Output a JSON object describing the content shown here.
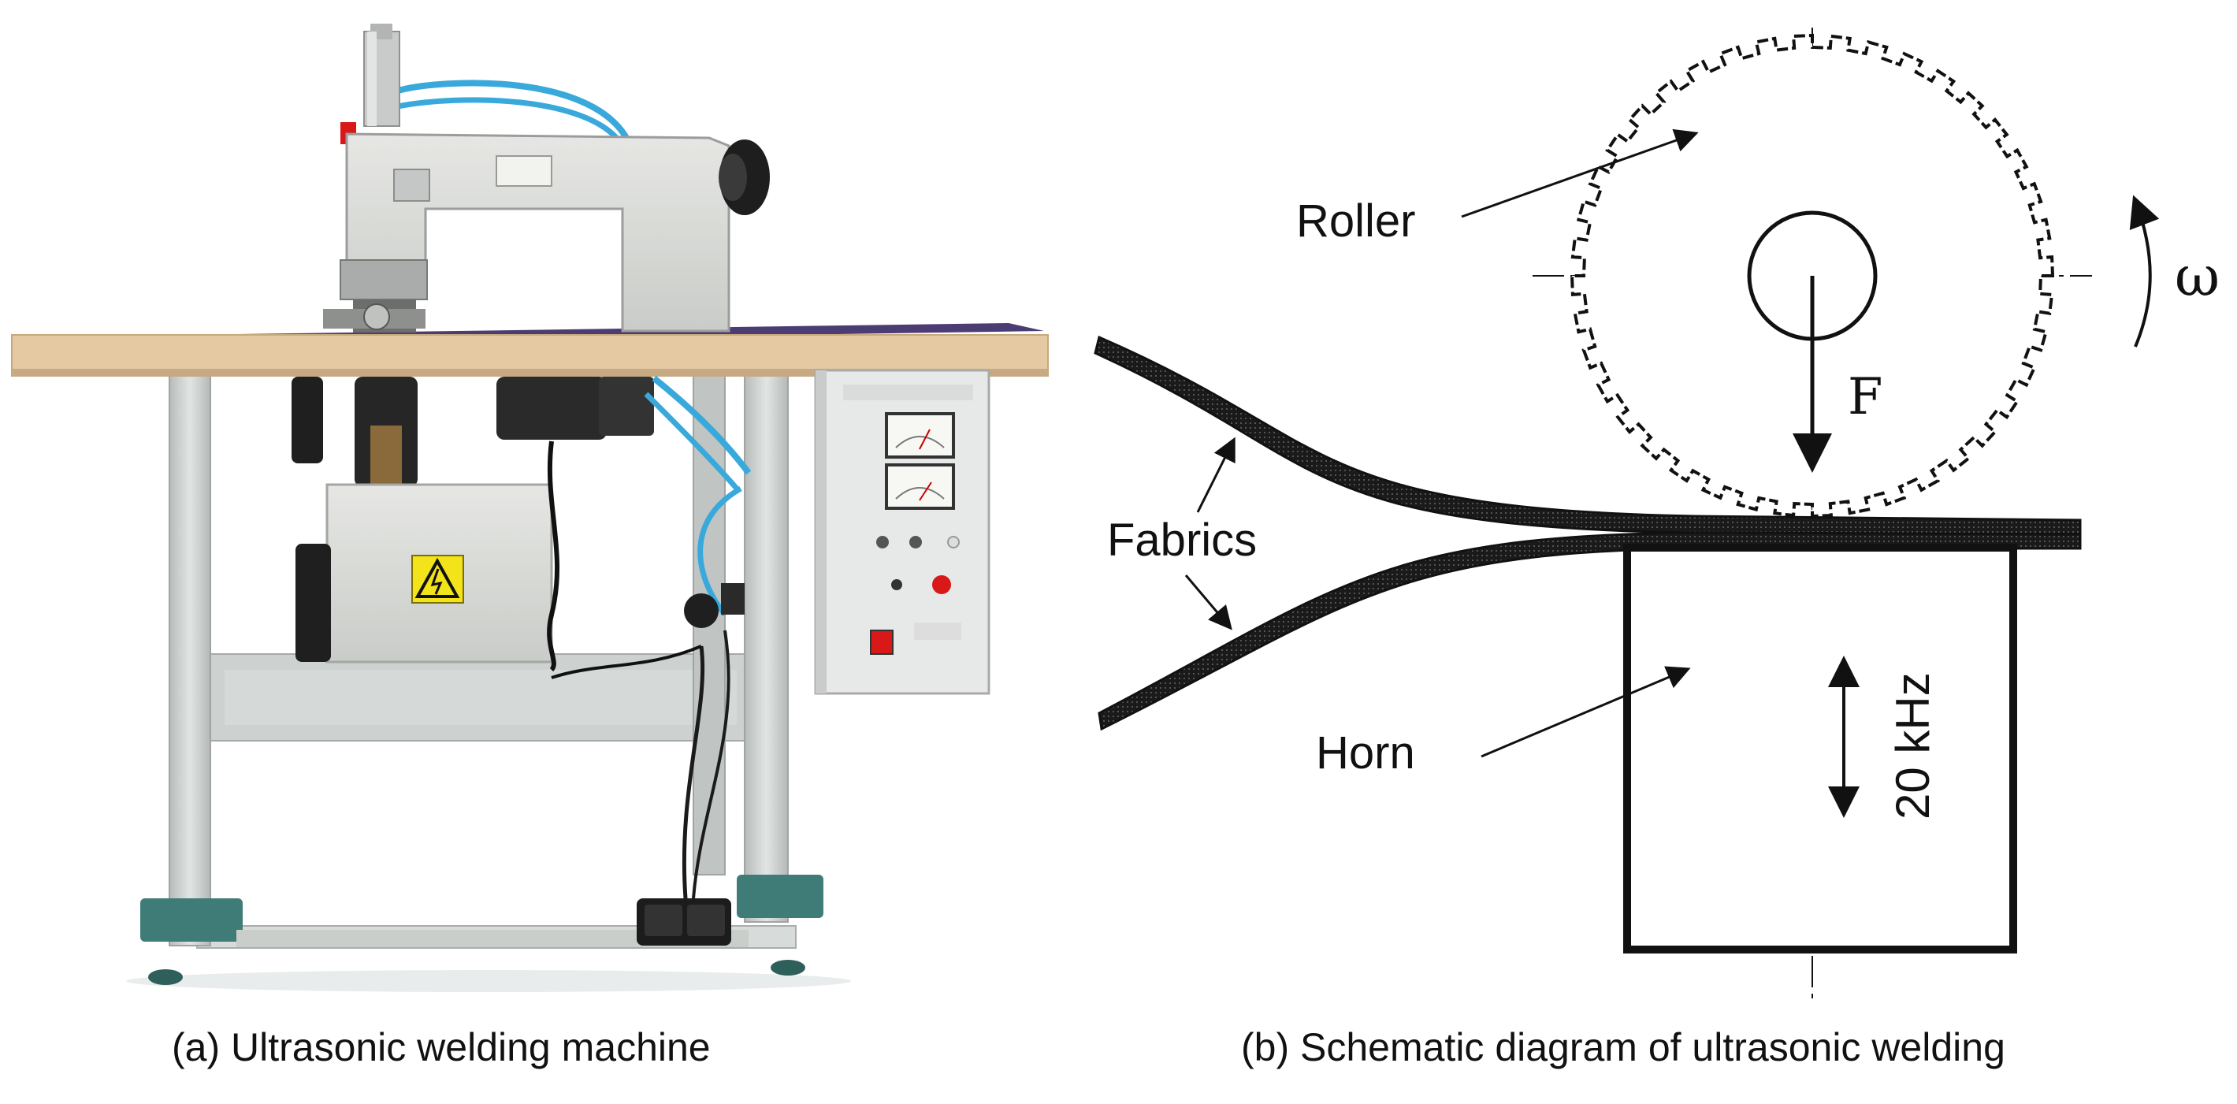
{
  "panel_a": {
    "caption": "(a) Ultrasonic welding machine"
  },
  "panel_b": {
    "caption": "(b) Schematic diagram of ultrasonic welding",
    "labels": {
      "roller": "Roller",
      "fabrics": "Fabrics",
      "horn": "Horn",
      "force": "F",
      "omega": "ω",
      "frequency": "20 kHz"
    }
  },
  "colors": {
    "table_top": "#e4c9a2",
    "table_surface": "#4b3d73",
    "machine_body": "#d9dbd8",
    "legs": "#d1d5d3",
    "feet": "#3f7c78",
    "pneumatic_tube": "#39a9dc",
    "motor": "#2a2a2a",
    "warning_label": "#f3e31a",
    "power_switch": "#d91818"
  },
  "icons": [
    "warning-electric-icon",
    "meter-icon",
    "foot-pedal-icon"
  ]
}
